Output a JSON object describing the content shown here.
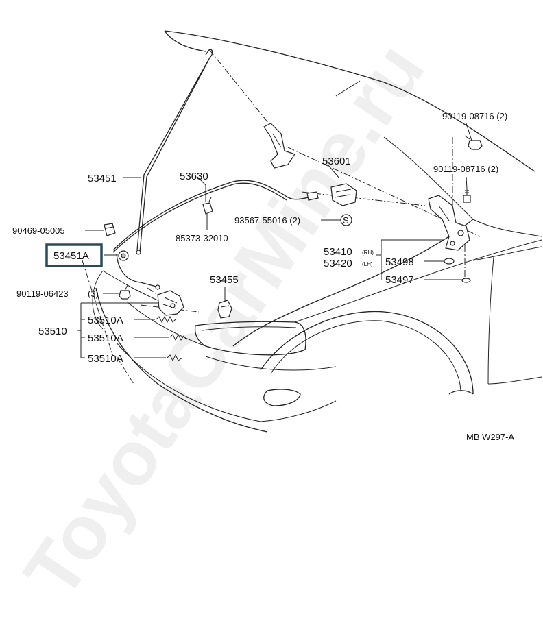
{
  "watermark": "ToyotaCarMine.ru",
  "figure_code": "MB W297-A",
  "labels": {
    "p53451": "53451",
    "p53630": "53630",
    "p53601": "53601",
    "p90119_08716_a": "90119-08716 (2)",
    "p90119_08716_b": "90119-08716 (2)",
    "p93567_55016": "93567-55016 (2)",
    "s_mark": "S",
    "p90469_05005": "90469-05005",
    "p85373_32010": "85373-32010",
    "p53451A": "53451A",
    "p53410": "53410",
    "p53410_side": "(RH)",
    "p53420": "53420",
    "p53420_side": "(LH)",
    "p53498": "53498",
    "p53497": "53497",
    "p90119_06423": "90119-06423",
    "p90119_06423_qty": "(3)",
    "p53455": "53455",
    "p53510": "53510",
    "p53510A_1": "53510A",
    "p53510A_2": "53510A",
    "p53510A_3": "53510A"
  },
  "highlight": {
    "part": "53451A",
    "color": "#2a4a5a"
  }
}
